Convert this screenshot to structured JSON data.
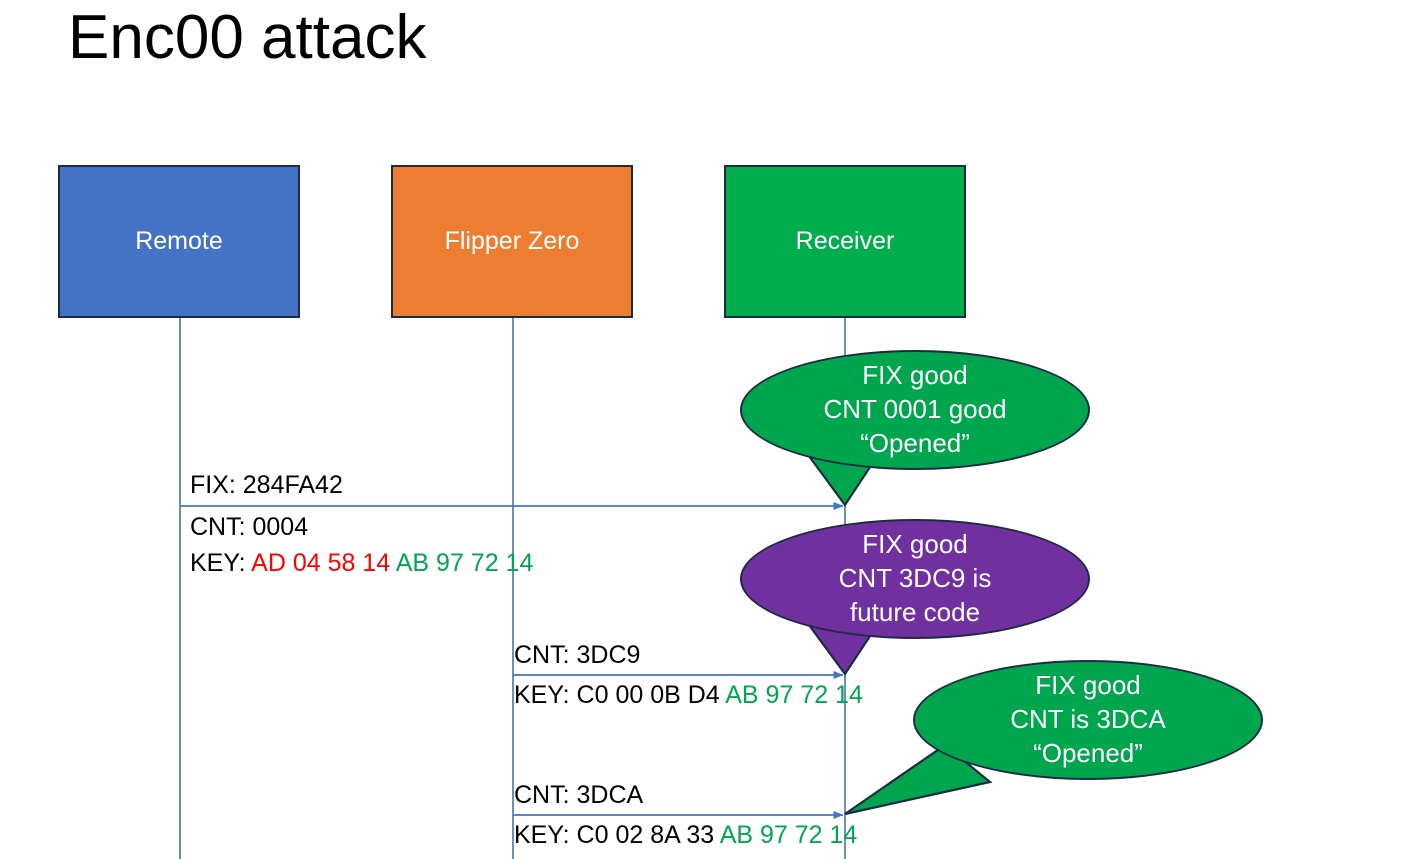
{
  "title": "Enc00 attack",
  "colors": {
    "remote": "#4472C4",
    "flipper": "#ED7D31",
    "receiver": "#00AE4D",
    "bubble_green": "#00A64D",
    "bubble_purple": "#7030A0",
    "line": "#4472C4",
    "border": "#1F2A44",
    "key_red": "#FF0000",
    "key_green": "#00A650",
    "text_black": "#000000"
  },
  "actors": [
    {
      "id": "remote",
      "label": "Remote",
      "color": "#4472C4"
    },
    {
      "id": "flipper",
      "label": "Flipper Zero",
      "color": "#ED7D31"
    },
    {
      "id": "receiver",
      "label": "Receiver",
      "color": "#00AE4D"
    }
  ],
  "messages": [
    {
      "id": "msg-1",
      "from": "remote",
      "to": "receiver",
      "label_above": "FIX: 284FA42",
      "label_below_line1": "CNT: 0004",
      "label_below_line2_prefix": "KEY: ",
      "label_below_line2_red": "AD 04 58 14",
      "label_below_line2_green": "AB 97 72 14"
    },
    {
      "id": "msg-2",
      "from": "flipper",
      "to": "receiver",
      "label_above": "CNT: 3DC9",
      "label_below_prefix": "KEY: C0 00 0B D4 ",
      "label_below_green": "AB 97 72 14"
    },
    {
      "id": "msg-3",
      "from": "flipper",
      "to": "receiver",
      "label_above": "CNT: 3DCA",
      "label_below_prefix": "KEY: C0 02 8A 33 ",
      "label_below_green": "AB 97 72 14"
    }
  ],
  "bubbles": [
    {
      "id": "bubble-1",
      "color": "#00A64D",
      "lines": [
        "FIX good",
        "CNT 0001 good",
        "“Opened”"
      ]
    },
    {
      "id": "bubble-2",
      "color": "#7030A0",
      "lines": [
        "FIX good",
        "CNT 3DC9 is",
        "future code"
      ]
    },
    {
      "id": "bubble-3",
      "color": "#00A64D",
      "lines": [
        "FIX good",
        "CNT is 3DCA",
        "“Opened”"
      ]
    }
  ]
}
